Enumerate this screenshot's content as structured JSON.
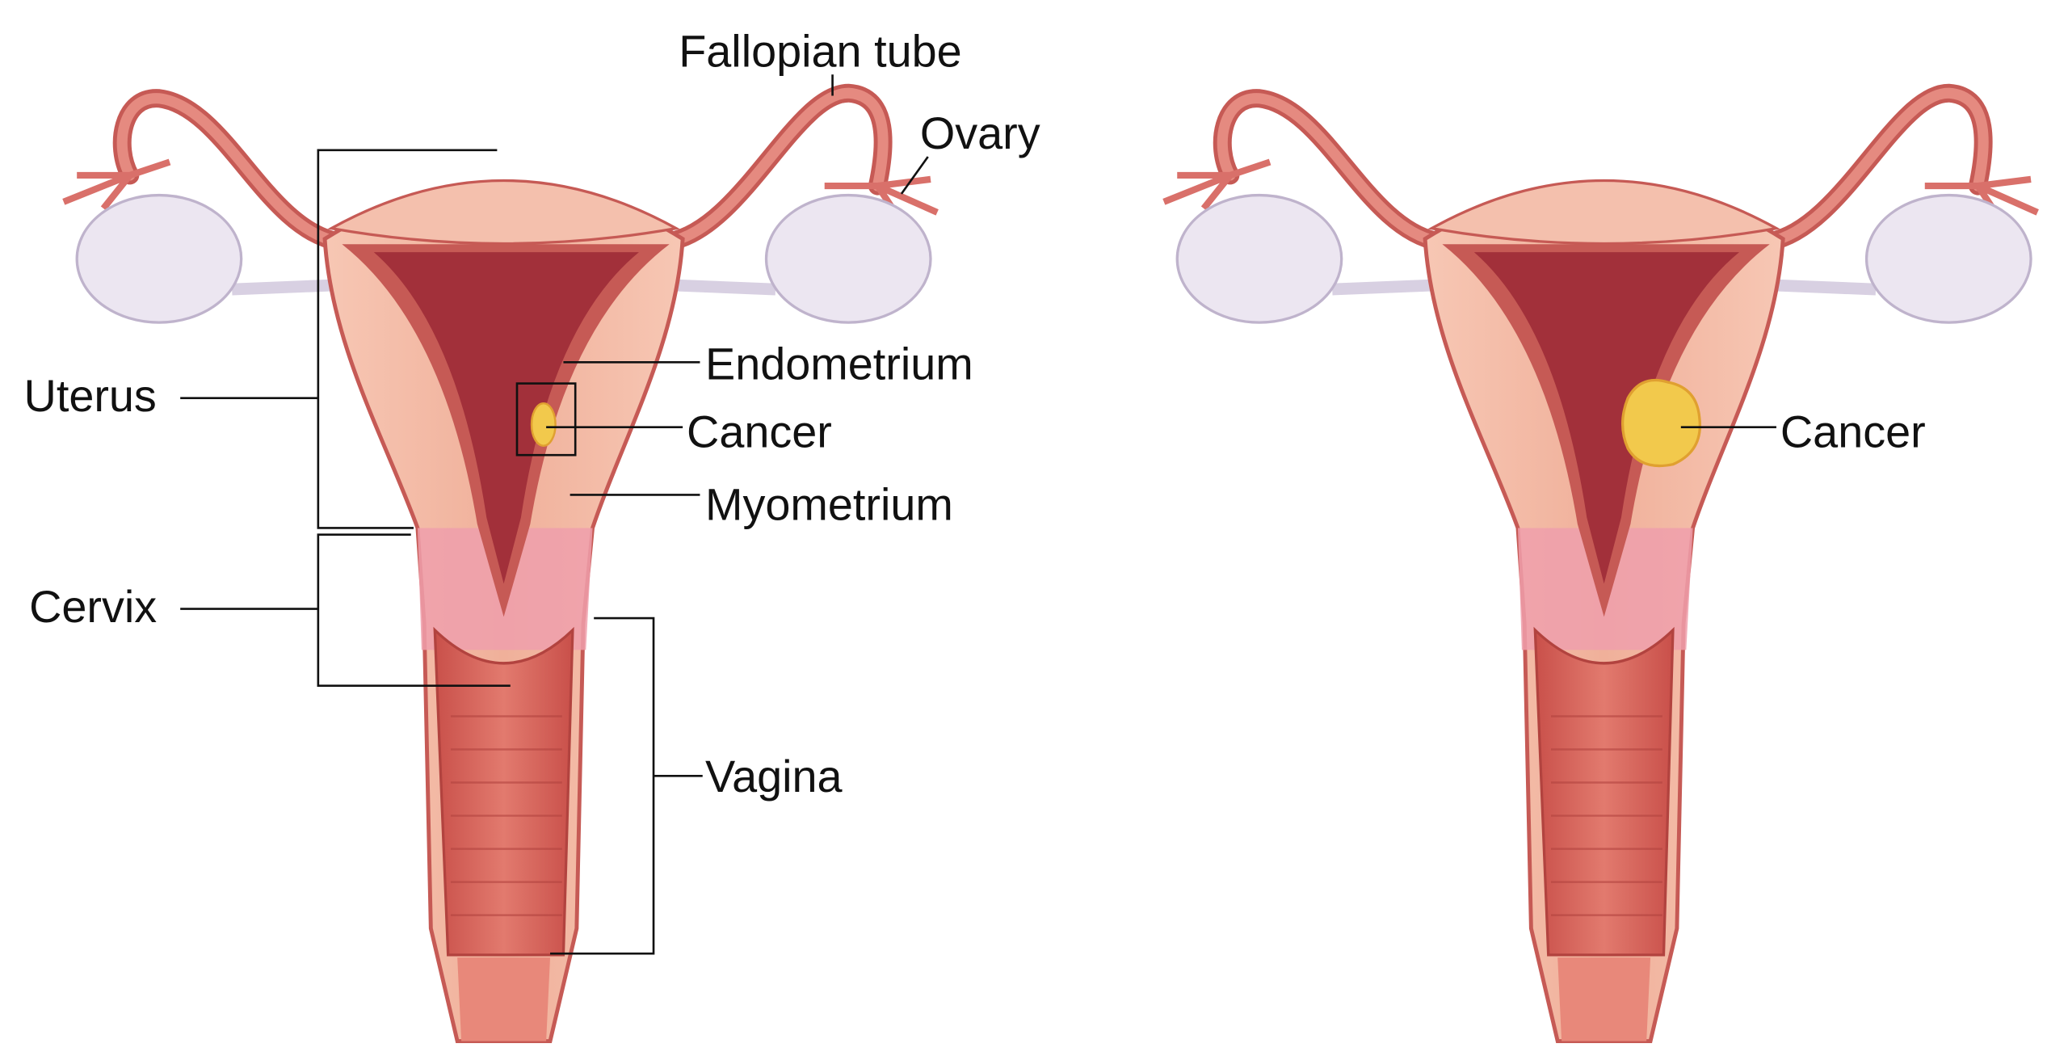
{
  "diagram": {
    "left": {
      "labels": {
        "fallopian_tube": "Fallopian tube",
        "ovary": "Ovary",
        "uterus": "Uterus",
        "endometrium": "Endometrium",
        "cancer": "Cancer",
        "myometrium": "Myometrium",
        "cervix": "Cervix",
        "vagina": "Vagina"
      }
    },
    "right": {
      "labels": {
        "cancer": "Cancer"
      }
    },
    "colors": {
      "tissue": "#f3b9a5",
      "outline": "#c65a55",
      "cavity": "#a2303a",
      "cervix": "#ef9fab",
      "vagina": "#d9665d",
      "ovary": "#ece6f1",
      "tumor": "#f2c94c"
    }
  }
}
